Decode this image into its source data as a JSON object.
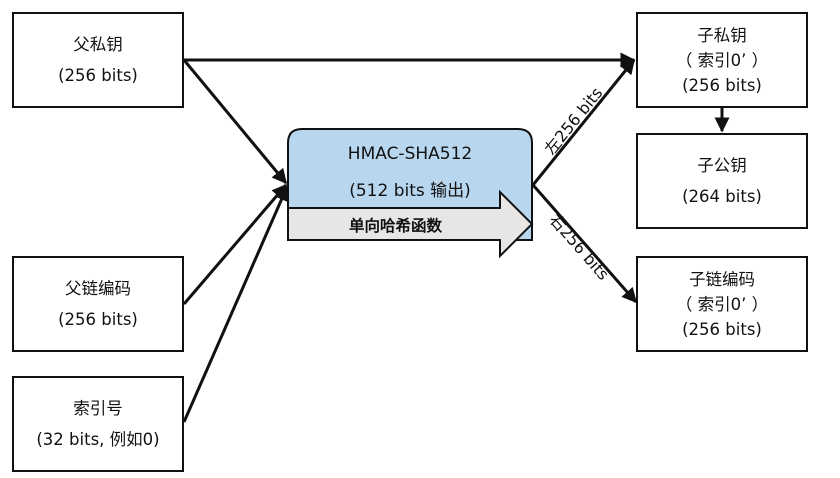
{
  "inputs": {
    "parent_private_key": {
      "title": "父私钥",
      "detail": "(256 bits)"
    },
    "parent_chain_code": {
      "title": "父链编码",
      "detail": "(256 bits)"
    },
    "index": {
      "title": "索引号",
      "detail": "(32 bits, 例如0)"
    }
  },
  "hmac": {
    "name": "HMAC-SHA512",
    "output": "(512 bits 输出)",
    "hash_label": "单向哈希函数",
    "fill_color": "#b8d7ef",
    "hash_fill_color": "#e6e6e6"
  },
  "split": {
    "left": "左256 bits",
    "right": "右256 bits"
  },
  "outputs": {
    "child_private_key": {
      "title": "子私钥",
      "index": "（ 索引0’ ）",
      "detail": "(256 bits)"
    },
    "child_public_key": {
      "title": "子公钥",
      "detail": "(264 bits)"
    },
    "child_chain_code": {
      "title": "子链编码",
      "index": "（ 索引0’ ）",
      "detail": "(256 bits)"
    }
  }
}
